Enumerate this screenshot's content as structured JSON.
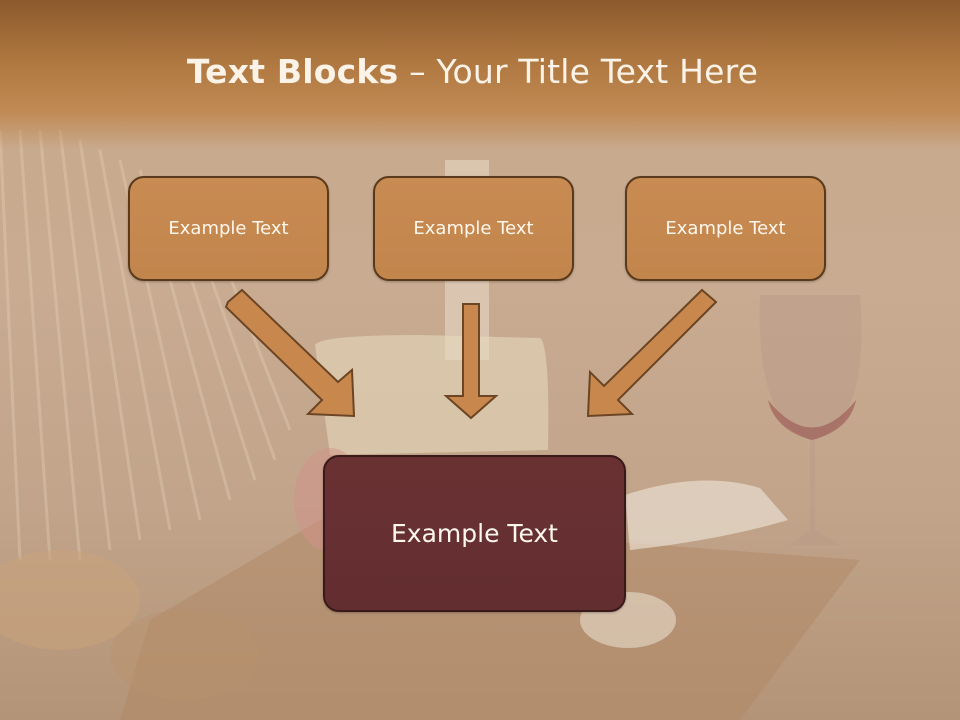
{
  "slide": {
    "title_bold": "Text Blocks",
    "title_rest": " – Your Title Text Here",
    "top_boxes": [
      {
        "label": "Example Text"
      },
      {
        "label": "Example Text"
      },
      {
        "label": "Example Text"
      }
    ],
    "main_box": {
      "label": "Example Text"
    }
  },
  "colors": {
    "header_bar": "#b27a42",
    "top_box_fill": "#c2854c",
    "top_box_border": "#5a3a1c",
    "main_box_fill": "#632e30",
    "arrow_fill": "#c8884d",
    "title_text": "#fbf3e8"
  }
}
